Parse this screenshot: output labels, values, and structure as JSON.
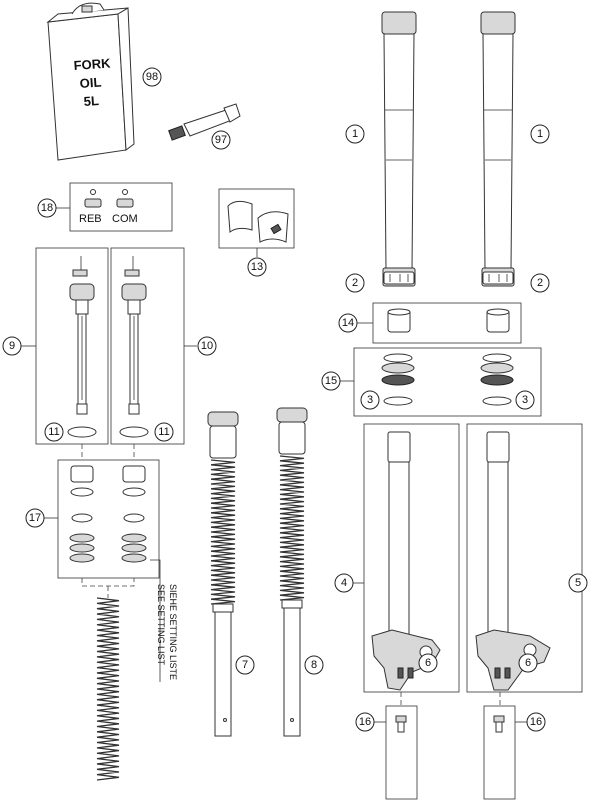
{
  "oil_can": {
    "line1": "FORK",
    "line2": "OIL",
    "line3": "5L"
  },
  "adjusters": {
    "reb": "REB",
    "com": "COM"
  },
  "setting_note": {
    "line1": "SIEHE SETTING LISTE",
    "line2": "SEE SETTING LIST"
  },
  "callouts": {
    "c98": "98",
    "c97": "97",
    "c18": "18",
    "c13": "13",
    "c1a": "1",
    "c1b": "1",
    "c2a": "2",
    "c2b": "2",
    "c14": "14",
    "c15": "15",
    "c3a": "3",
    "c3b": "3",
    "c9": "9",
    "c10": "10",
    "c11a": "11",
    "c11b": "11",
    "c17": "17",
    "c4": "4",
    "c5": "5",
    "c6a": "6",
    "c6b": "6",
    "c7": "7",
    "c8": "8",
    "c16a": "16",
    "c16b": "16"
  }
}
